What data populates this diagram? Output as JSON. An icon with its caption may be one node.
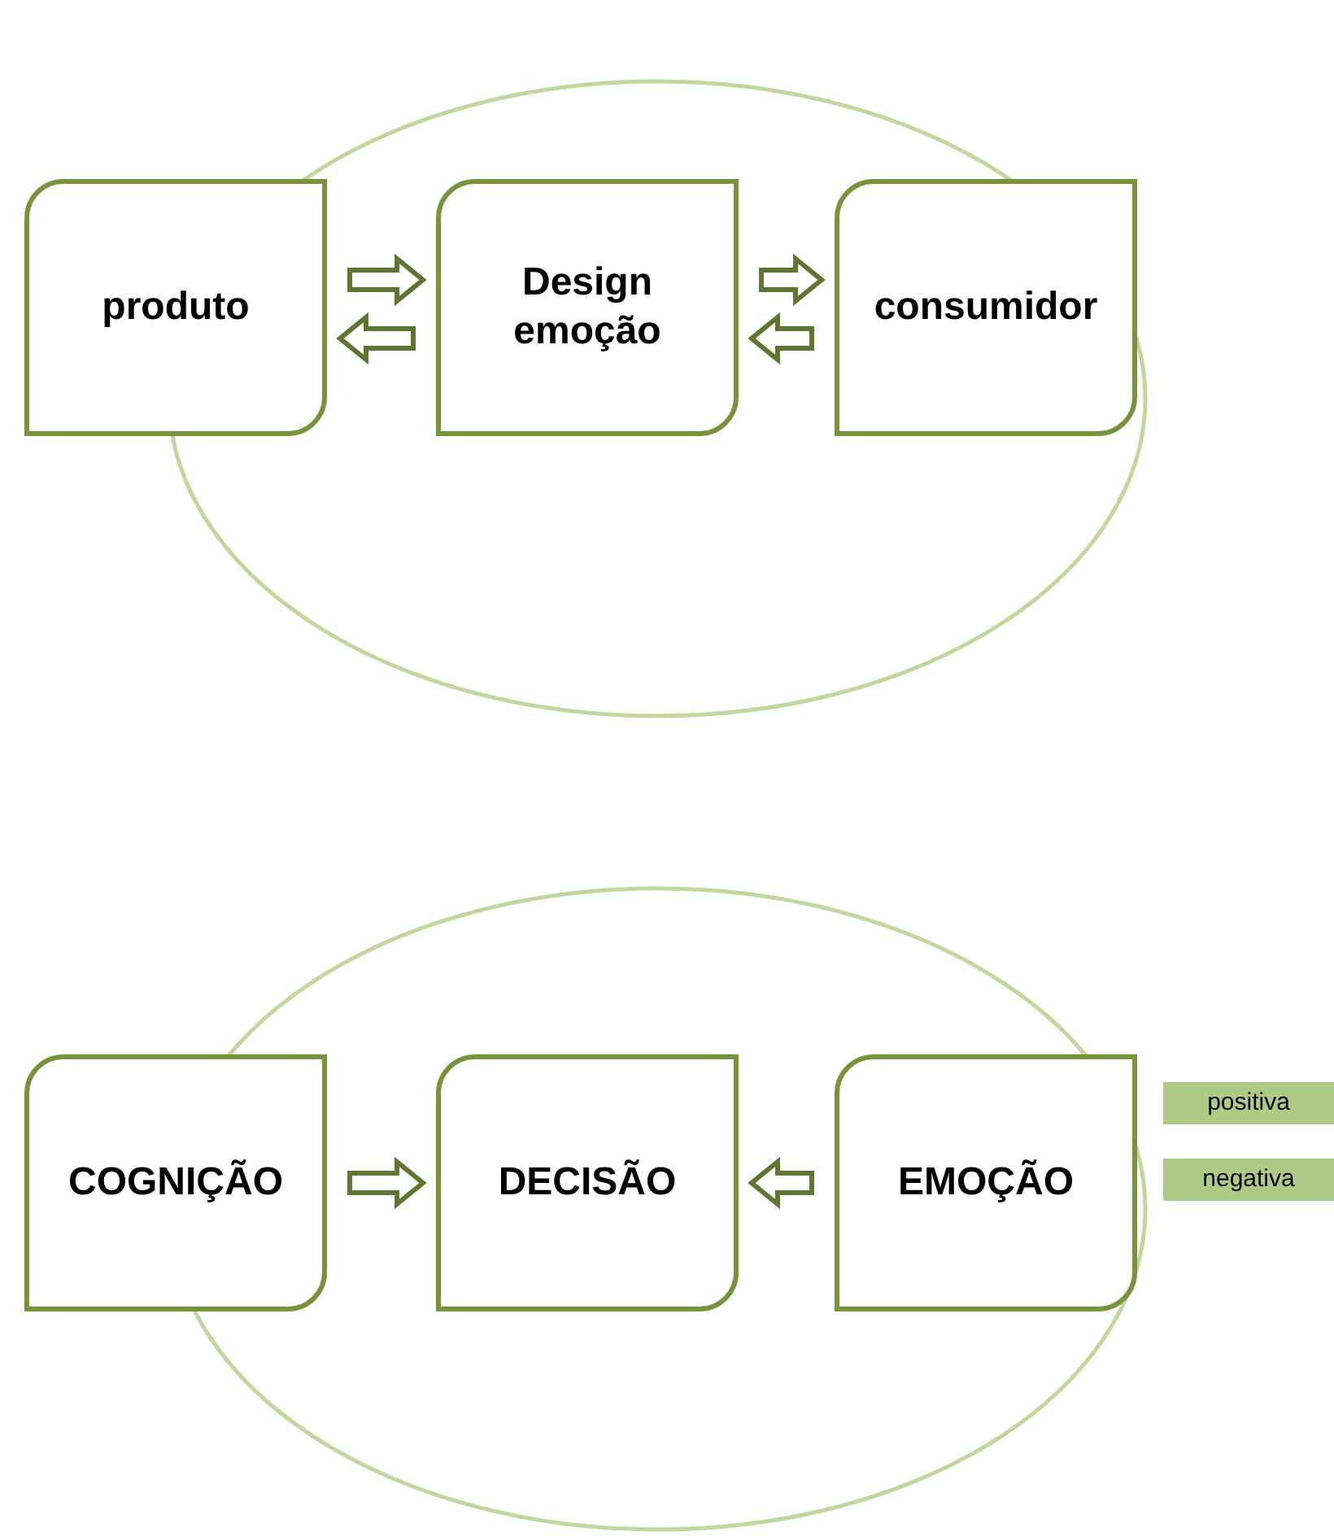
{
  "diagram": {
    "nodes": [
      {
        "text": [
          "produto"
        ]
      },
      {
        "text": [
          "Design emoção"
        ]
      },
      {
        "text": [
          "consumidor"
        ]
      },
      {
        "text": [
          "COGNIÇÃO"
        ]
      },
      {
        "text": [
          "DECISÃO"
        ]
      },
      {
        "text": [
          "EMOÇÃO"
        ]
      },
      {
        "text": [
          "positiva"
        ]
      },
      {
        "text": [
          "negativa"
        ]
      }
    ],
    "edges": [
      {
        "from": 0,
        "to": 1,
        "arrow": "to"
      },
      {
        "from": 1,
        "to": 0,
        "arrow": "to"
      },
      {
        "from": 1,
        "to": 2,
        "arrow": "to"
      },
      {
        "from": 2,
        "to": 1,
        "arrow": "to"
      },
      {
        "from": 3,
        "to": 4,
        "arrow": "to"
      },
      {
        "from": 5,
        "to": 4,
        "arrow": "to"
      }
    ]
  }
}
